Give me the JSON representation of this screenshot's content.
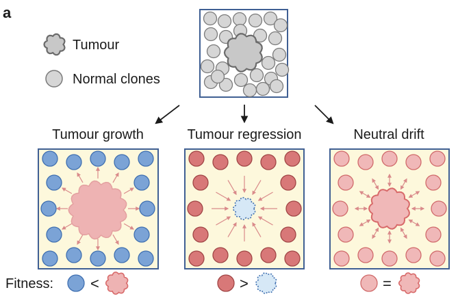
{
  "panel_label": "a",
  "legend": {
    "tumour_label": "Tumour",
    "normal_label": "Normal clones"
  },
  "scenarios": [
    {
      "title": "Tumour growth",
      "operator": "<"
    },
    {
      "title": "Tumour regression",
      "operator": ">"
    },
    {
      "title": "Neutral drift",
      "operator": "="
    }
  ],
  "fitness_label": "Fitness:",
  "colors": {
    "normal_grey": "#d6d6d6",
    "tumour_grey": "#c8c8c8",
    "growth_blue": "#7ba3d6",
    "regression_red": "#d87878",
    "drift_pink": "#f0b8b8",
    "tumour_pink": "#eeb3b3",
    "tumour_lightblue": "#d6e8f6",
    "panel_fill": "#fdf8dc",
    "panel_border": "#3f5f93",
    "arrow_pink": "#d98a8a"
  }
}
